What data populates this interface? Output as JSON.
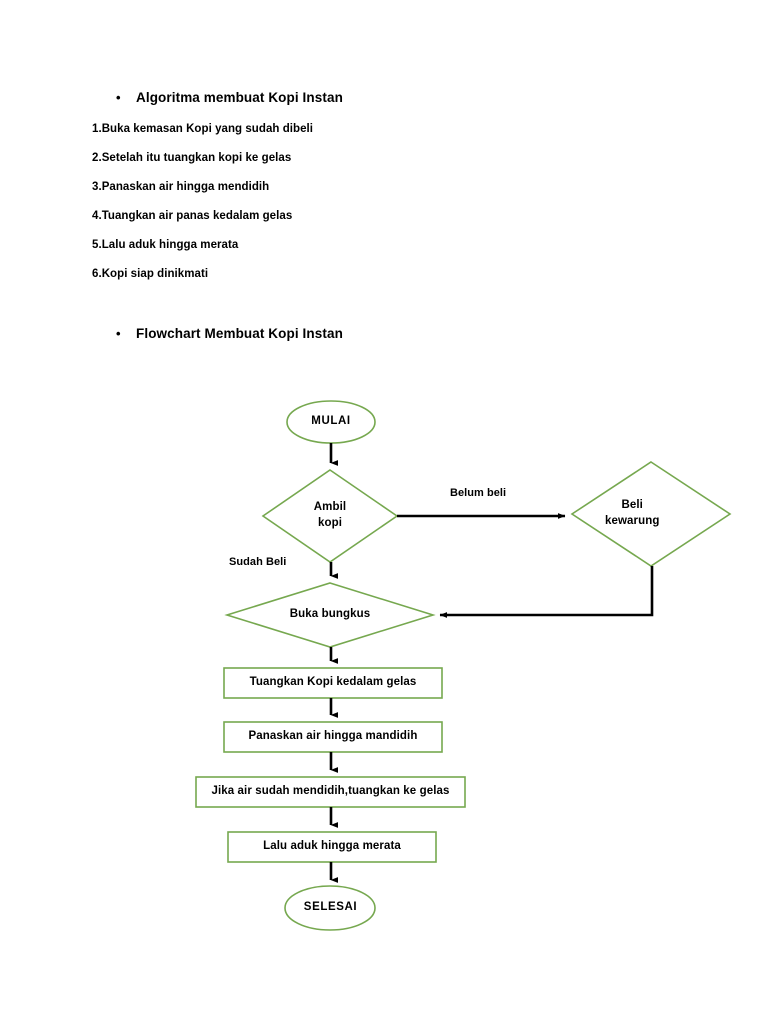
{
  "document": {
    "section_algoritma": {
      "bullet_glyph": "•",
      "heading": "Algoritma membuat Kopi Instan",
      "steps": [
        "1.Buka kemasan  Kopi yang sudah dibeli",
        "2.Setelah itu tuangkan kopi ke gelas",
        "3.Panaskan air hingga mendidih",
        "4.Tuangkan air panas kedalam gelas",
        "5.Lalu aduk hingga merata",
        "6.Kopi siap dinikmati"
      ]
    },
    "section_flowchart": {
      "bullet_glyph": "•",
      "heading": "Flowchart Membuat Kopi Instan"
    }
  },
  "colors": {
    "shape_outline": "#76A84F",
    "connector": "#000000",
    "shape_fill": "#FFFFFF",
    "text": "#000000",
    "page_background": "#FFFFFF"
  },
  "flowchart": {
    "nodes": {
      "start": {
        "label": "MULAI",
        "shape": "ellipse"
      },
      "decision_ambil": {
        "label": "Ambil\nkopi",
        "shape": "diamond"
      },
      "decision_beli": {
        "label": "Beli\nkewarung",
        "shape": "diamond"
      },
      "decision_buka": {
        "label": "Buka bungkus",
        "shape": "diamond"
      },
      "process_tuang_kopi": {
        "label": "Tuangkan Kopi kedalam gelas",
        "shape": "rectangle"
      },
      "process_panaskan": {
        "label": "Panaskan air hingga mandidih",
        "shape": "rectangle"
      },
      "process_jika_mendidih": {
        "label": "Jika air sudah mendidih,tuangkan ke gelas",
        "shape": "rectangle"
      },
      "process_aduk": {
        "label": "Lalu aduk hingga merata",
        "shape": "rectangle"
      },
      "end": {
        "label": "SELESAI",
        "shape": "ellipse"
      }
    },
    "edge_labels": {
      "belum_beli": "Belum beli",
      "sudah_beli": "Sudah Beli"
    }
  }
}
